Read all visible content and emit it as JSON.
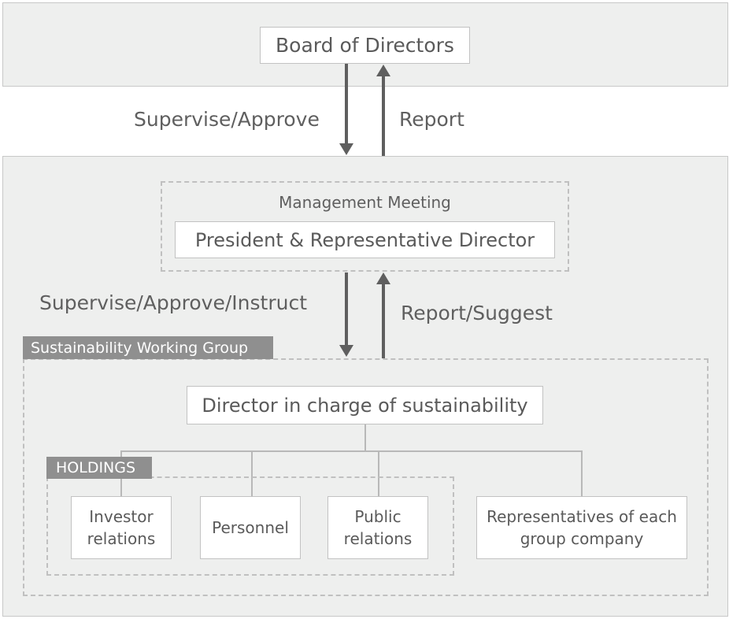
{
  "board": {
    "label": "Board of Directors"
  },
  "arrows_top": {
    "down_label": "Supervise/Approve",
    "up_label": "Report"
  },
  "management": {
    "title": "Management Meeting",
    "president_label": "President & Representative Director"
  },
  "arrows_mid": {
    "down_label": "Supervise/Approve/Instruct",
    "up_label": "Report/Suggest"
  },
  "working_group": {
    "tag": "Sustainability Working Group",
    "director_label": "Director in charge of sustainability"
  },
  "holdings": {
    "tag": "HOLDINGS",
    "units": [
      "Investor relations",
      "Personnel",
      "Public relations"
    ]
  },
  "group_companies": {
    "label": "Representatives of each group company"
  },
  "colors": {
    "panel": "#eeefee",
    "arrow": "#5f5f5f",
    "tag": "#8f8f8f",
    "dash": "#c0c0c0"
  }
}
